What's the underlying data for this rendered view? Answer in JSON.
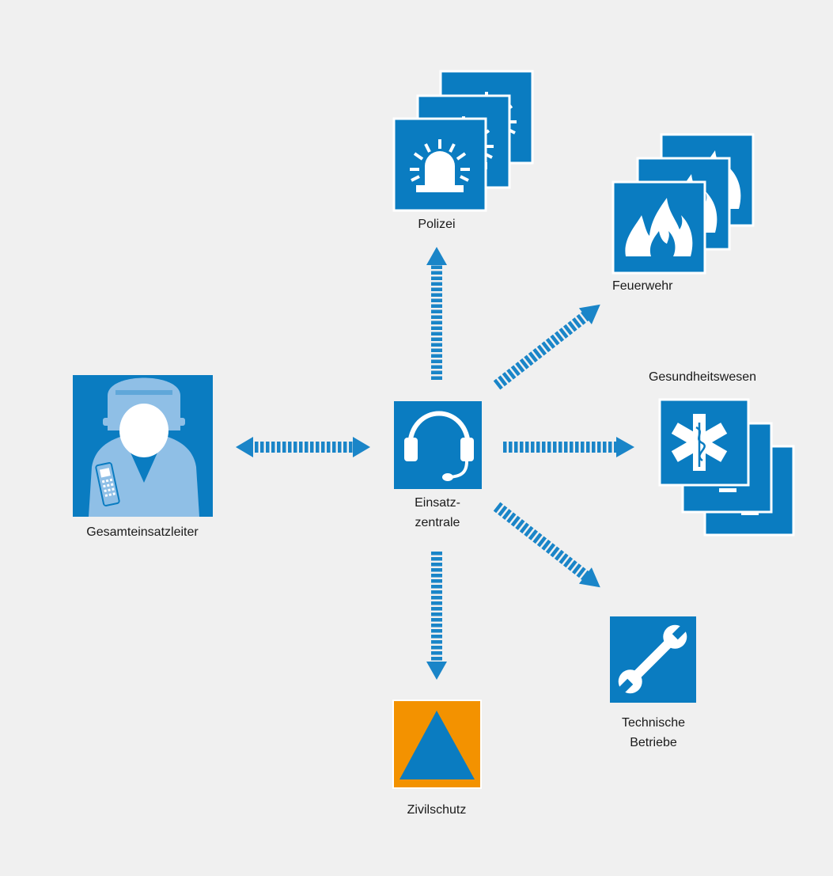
{
  "colors": {
    "background": "#f0f0f0",
    "tile_blue": "#0a7cc1",
    "arrow_blue": "#1a85c8",
    "light_blue": "#8fbfe6",
    "orange": "#f39200",
    "white": "#ffffff",
    "text": "#1a1a1a"
  },
  "nodes": {
    "polizei": {
      "label": "Polizei",
      "icon": "siren-icon"
    },
    "feuerwehr": {
      "label": "Feuerwehr",
      "icon": "flame-icon"
    },
    "gesundheitswesen": {
      "label": "Gesundheitswesen",
      "icon": "star-of-life-icon"
    },
    "einsatzzentrale": {
      "label_line1": "Einsatz-",
      "label_line2": "zentrale",
      "icon": "headset-icon"
    },
    "gesamteinsatzleiter": {
      "label": "Gesamteinsatzleiter",
      "icon": "commander-icon"
    },
    "zivilschutz": {
      "label": "Zivilschutz",
      "icon": "civil-protection-triangle-icon"
    },
    "technische_betriebe": {
      "label_line1": "Technische",
      "label_line2": "Betriebe",
      "icon": "wrench-icon"
    }
  },
  "edges": [
    {
      "from": "Einsatzzentrale",
      "to": "Polizei"
    },
    {
      "from": "Einsatzzentrale",
      "to": "Feuerwehr"
    },
    {
      "from": "Einsatzzentrale",
      "to": "Gesundheitswesen"
    },
    {
      "from": "Einsatzzentrale",
      "to": "Technische Betriebe"
    },
    {
      "from": "Einsatzzentrale",
      "to": "Zivilschutz"
    },
    {
      "from": "Einsatzzentrale",
      "to": "Gesamteinsatzleiter",
      "bidirectional": true
    }
  ]
}
